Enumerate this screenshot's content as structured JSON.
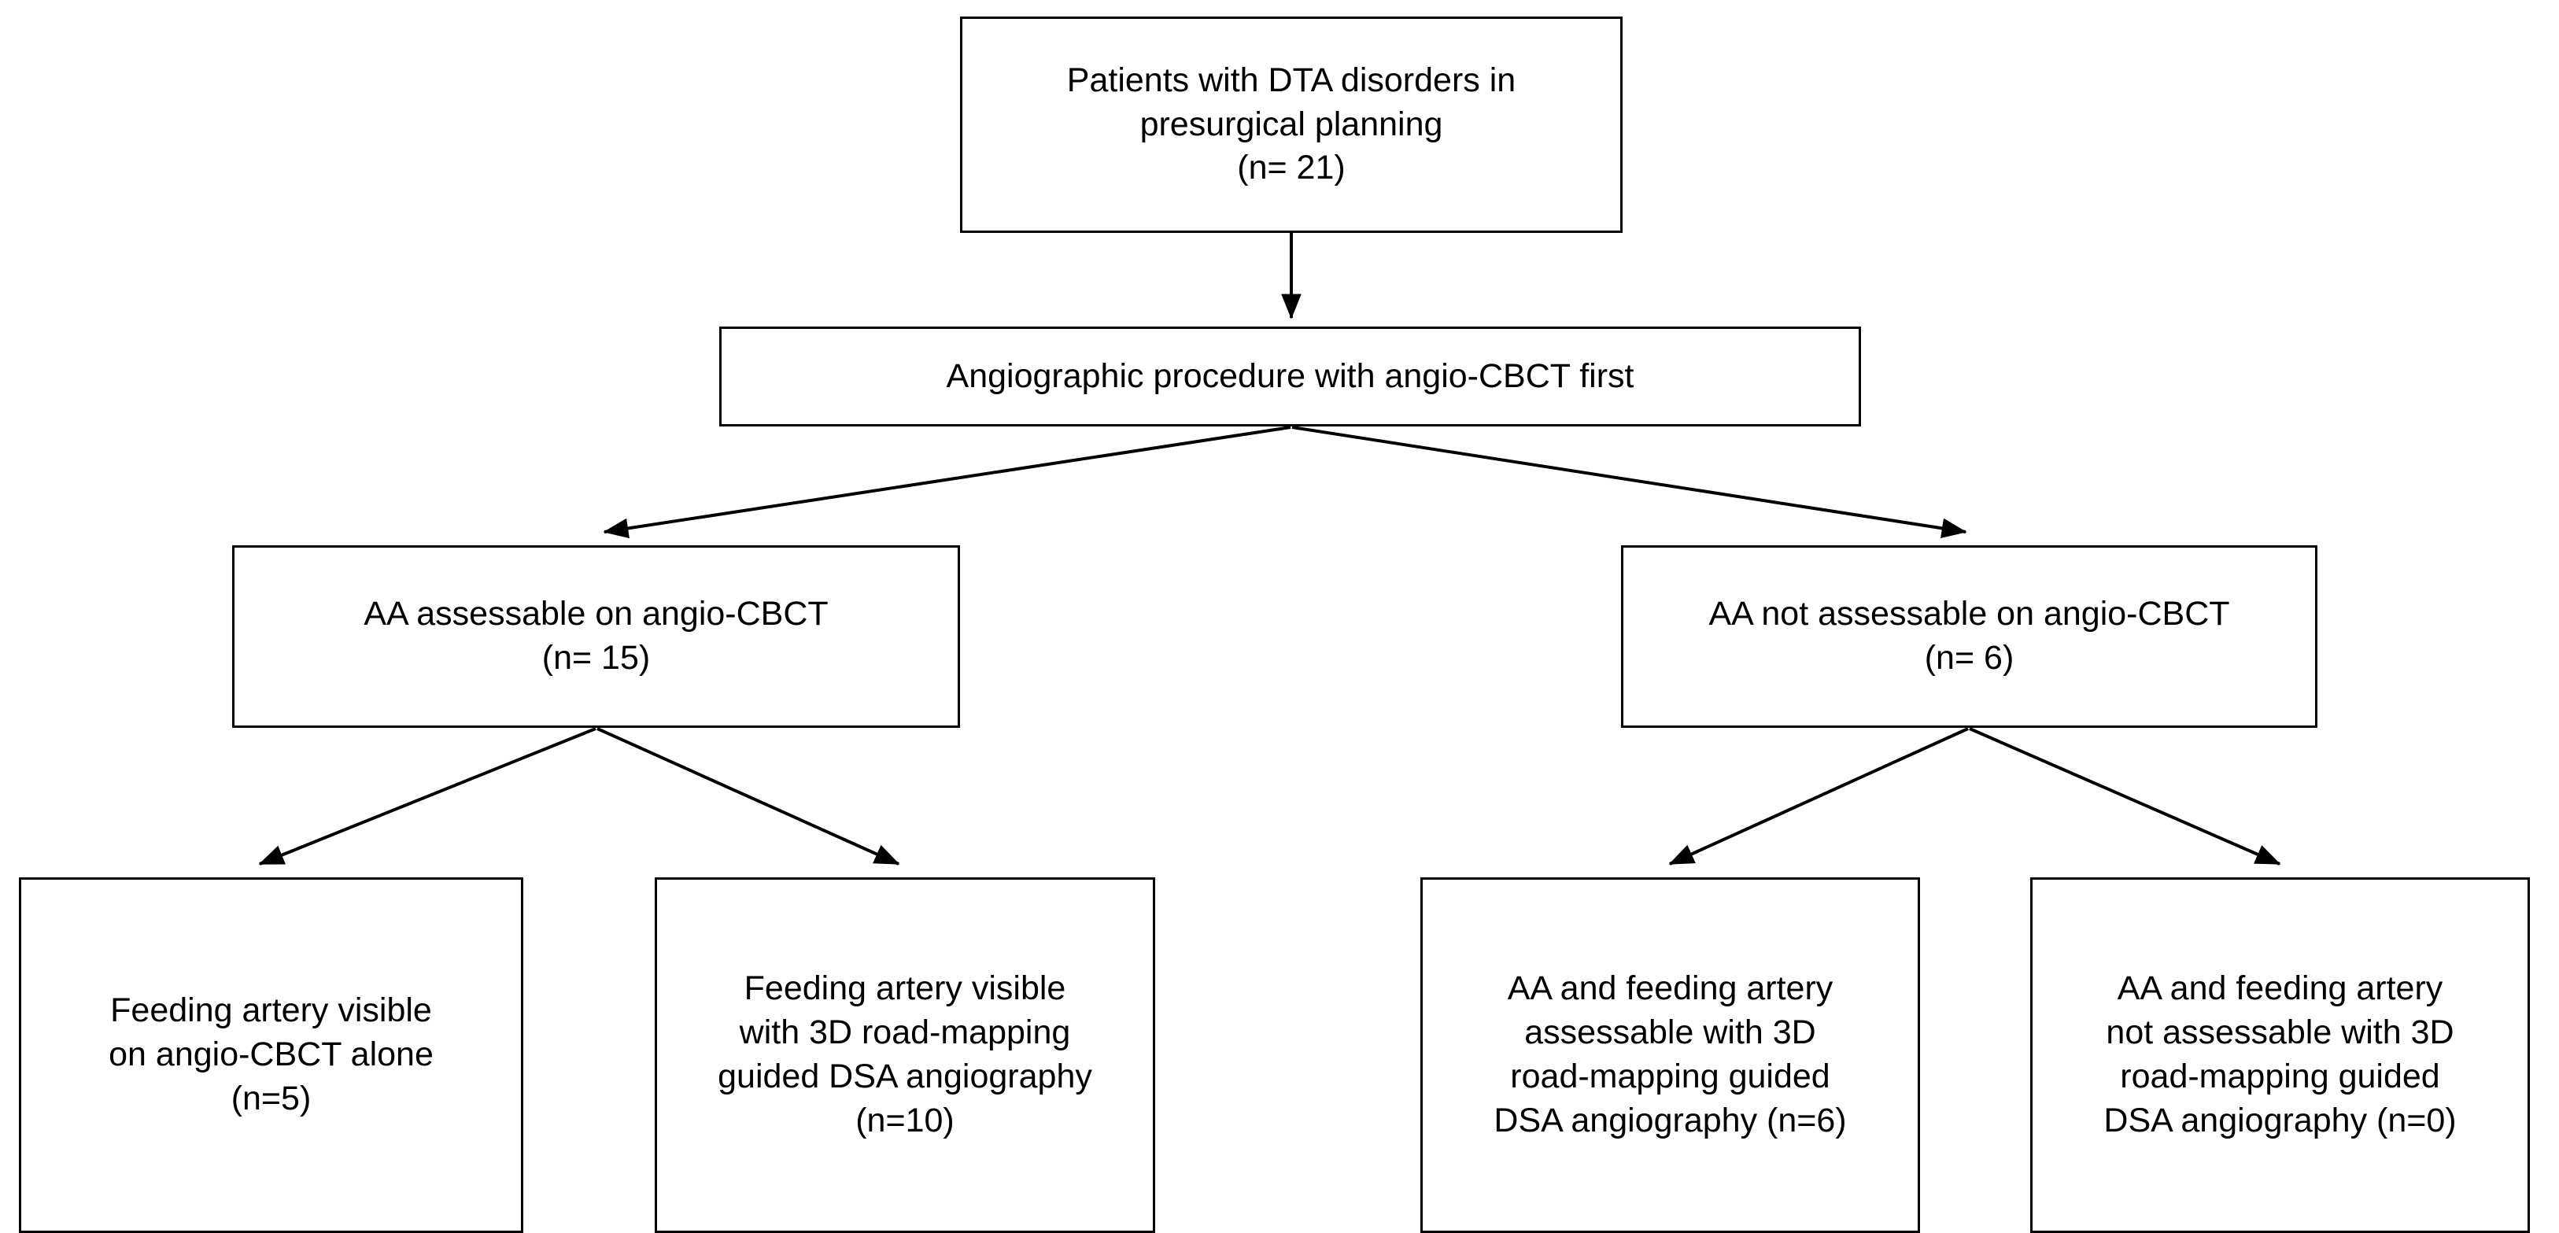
{
  "diagram": {
    "title": "Patient flow diagram for DTA disorders presurgical planning",
    "stroke_color": "#000000",
    "background_color": "#ffffff",
    "text_color": "#000000"
  },
  "nodes": {
    "root": {
      "text": "Patients with DTA disorders in\npresurgical planning\n(n= 21)",
      "n": 21
    },
    "procedure": {
      "text": "Angiographic procedure with angio-CBCT first"
    },
    "aa_assessable": {
      "text": "AA assessable on angio-CBCT\n(n= 15)",
      "n": 15
    },
    "aa_not_assessable": {
      "text": "AA not assessable on angio-CBCT\n(n= 6)",
      "n": 6
    },
    "leaf_1": {
      "text": "Feeding artery visible\non angio-CBCT alone\n(n=5)",
      "n": 5
    },
    "leaf_2": {
      "text": "Feeding artery visible\nwith 3D road-mapping\nguided DSA angiography\n(n=10)",
      "n": 10
    },
    "leaf_3": {
      "text": "AA and feeding artery\nassessable with 3D\nroad-mapping guided\nDSA angiography (n=6)",
      "n": 6
    },
    "leaf_4": {
      "text": "AA and feeding artery\nnot assessable with 3D\nroad-mapping guided\nDSA angiography (n=0)",
      "n": 0
    }
  },
  "edges": [
    {
      "from": "root",
      "to": "procedure",
      "name": "edge-root-to-procedure"
    },
    {
      "from": "procedure",
      "to": "aa_assessable",
      "name": "edge-procedure-to-aa-assessable"
    },
    {
      "from": "procedure",
      "to": "aa_not_assessable",
      "name": "edge-procedure-to-aa-not-assessable"
    },
    {
      "from": "aa_assessable",
      "to": "leaf_1",
      "name": "edge-aa-assessable-to-leaf-1"
    },
    {
      "from": "aa_assessable",
      "to": "leaf_2",
      "name": "edge-aa-assessable-to-leaf-2"
    },
    {
      "from": "aa_not_assessable",
      "to": "leaf_3",
      "name": "edge-aa-not-assessable-to-leaf-3"
    },
    {
      "from": "aa_not_assessable",
      "to": "leaf_4",
      "name": "edge-aa-not-assessable-to-leaf-4"
    }
  ]
}
